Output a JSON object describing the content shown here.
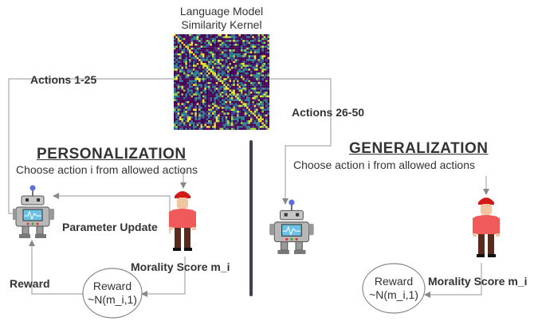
{
  "kernel": {
    "title_line1": "Language Model",
    "title_line2": "Similarity Kernel"
  },
  "left": {
    "actions_label": "Actions 1-25",
    "heading": "PERSONALIZATION",
    "subtitle": "Choose action i from allowed actions",
    "parameter_update": "Parameter Update",
    "morality_score": "Morality Score m_i",
    "reward_label": "Reward",
    "reward_node_line1": "Reward",
    "reward_node_line2": "~N(m_i,1)"
  },
  "right": {
    "actions_label": "Actions 26-50",
    "heading": "GENERALIZATION",
    "subtitle": "Choose action i from allowed actions",
    "morality_score": "Morality Score m_i",
    "reward_node_line1": "Reward",
    "reward_node_line2": "~N(m_i,1)"
  },
  "colors": {
    "line": "#aaaaaa",
    "divider": "#3d4450",
    "human_shirt": "#f05a5a",
    "human_hair": "#d11b1b",
    "robot_body": "#b7b7b7"
  }
}
